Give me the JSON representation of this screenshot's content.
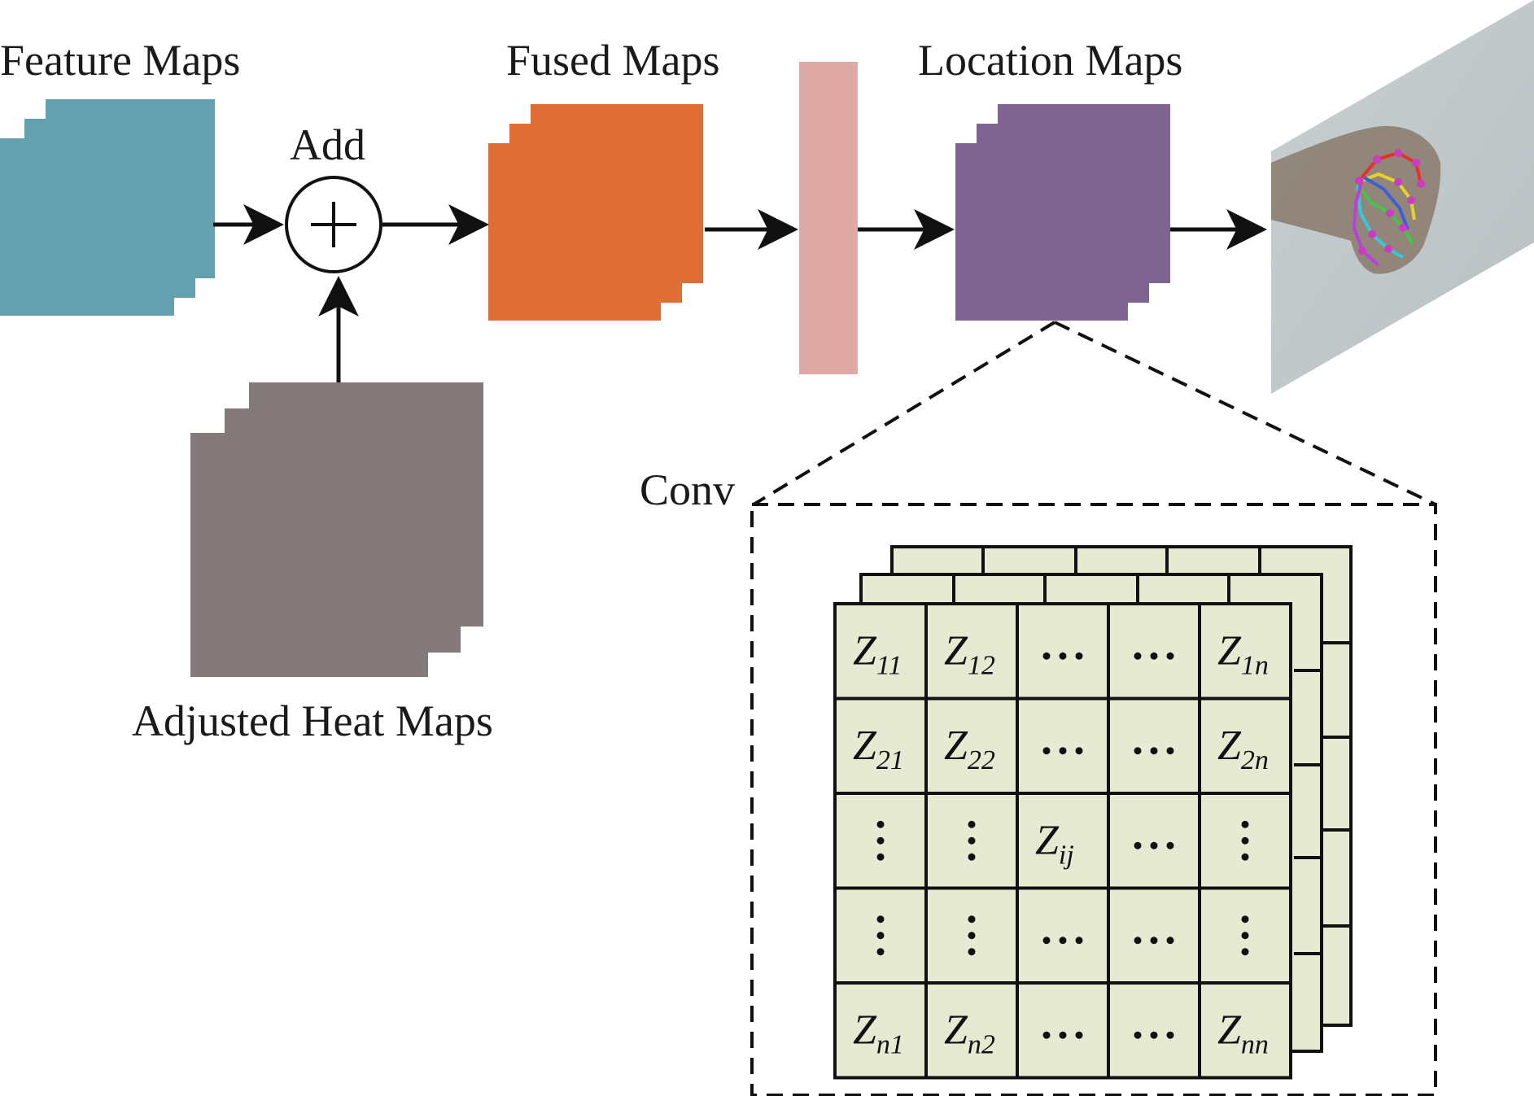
{
  "labels": {
    "feature_maps": "Feature Maps",
    "add": "Add",
    "fused_maps": "Fused Maps",
    "location_maps": "Location Maps",
    "adjusted_heat_maps": "Adjusted Heat Maps",
    "conv": "Conv"
  },
  "colors": {
    "feature_maps": "#65a0ae",
    "fused_maps": "#de6e34",
    "conv_bar": "#dfa9a6",
    "location_maps": "#7e6491",
    "adjusted_heat_maps": "#837a79",
    "grid_cell": "#e6ead2"
  },
  "grid": {
    "rows": [
      [
        {
          "base": "Z",
          "sub": "11"
        },
        {
          "base": "Z",
          "sub": "12"
        },
        {
          "dots": "h"
        },
        {
          "dots": "h"
        },
        {
          "base": "Z",
          "sub": "1n"
        }
      ],
      [
        {
          "base": "Z",
          "sub": "21"
        },
        {
          "base": "Z",
          "sub": "22"
        },
        {
          "dots": "h"
        },
        {
          "dots": "h"
        },
        {
          "base": "Z",
          "sub": "2n"
        }
      ],
      [
        {
          "dots": "v"
        },
        {
          "dots": "v"
        },
        {
          "base": "Z",
          "sub": "ij"
        },
        {
          "dots": "h"
        },
        {
          "dots": "v"
        }
      ],
      [
        {
          "dots": "v"
        },
        {
          "dots": "v"
        },
        {
          "dots": "h"
        },
        {
          "dots": "h"
        },
        {
          "dots": "v"
        }
      ],
      [
        {
          "base": "Z",
          "sub": "n1"
        },
        {
          "base": "Z",
          "sub": "n2"
        },
        {
          "dots": "h"
        },
        {
          "dots": "h"
        },
        {
          "base": "Z",
          "sub": "nn"
        }
      ]
    ]
  }
}
